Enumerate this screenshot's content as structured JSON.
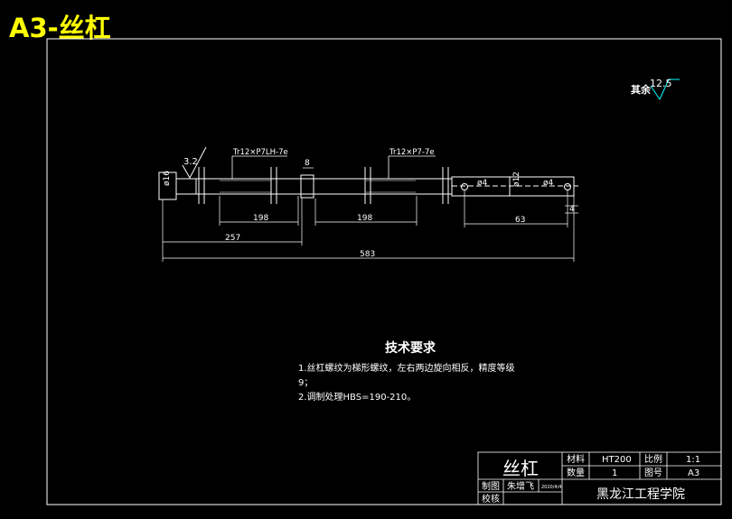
{
  "sheet_title": "A3-丝杠",
  "colors": {
    "background": "#000000",
    "lines": "#ffffff",
    "dimensions": "#ffffff",
    "title": "#ffff00",
    "roughness": "#00ffff"
  },
  "roughness": {
    "prefix": "其余",
    "value": "12.5"
  },
  "part_roughness": "3.2",
  "threads": {
    "left": "Tr12×P7LH-7e",
    "right": "Tr12×P7-7e"
  },
  "dimensions": {
    "d16": "ø16",
    "d12": "ø12",
    "hole_left": "ø4",
    "hole_right": "ø4",
    "gap": "8",
    "small": "4",
    "thread_len_left": "198",
    "thread_len_right": "198",
    "hole_spacing": "63",
    "left_seg": "257",
    "overall": "583"
  },
  "tech_requirements": {
    "heading": "技术要求",
    "lines": [
      "1.丝杠螺纹为梯形螺纹，左右两边旋向相反，精度等级",
      "9；",
      "2.调制处理HBS=190-210。"
    ]
  },
  "title_block": {
    "part_name": "丝杠",
    "material_label": "材料",
    "material": "HT200",
    "scale_label": "比例",
    "scale": "1:1",
    "qty_label": "数量",
    "qty": "1",
    "drawing_no_label": "图号",
    "drawing_no": "A3",
    "drawn_label": "制图",
    "drawn_by": "朱增飞",
    "date": "2020/4/4",
    "checked_label": "校核",
    "school": "黑龙江工程学院"
  }
}
